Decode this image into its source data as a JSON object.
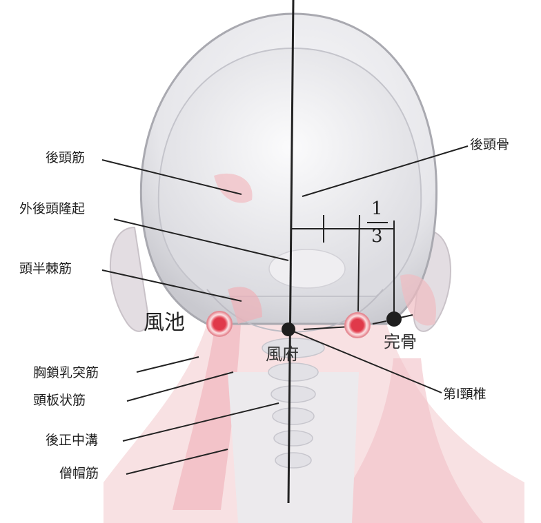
{
  "labels": {
    "occipitalis": "後頭筋",
    "occipital_bone": "後頭骨",
    "external_occipital_protuberance": "外後頭隆起",
    "semispinalis_capitis": "頭半棘筋",
    "sternocleidomastoid": "胸鎖乳突筋",
    "splenius_capitis": "頭板状筋",
    "posterior_median_sulcus": "後正中溝",
    "trapezius": "僧帽筋",
    "first_cervical_vertebra": "第Ⅰ頸椎"
  },
  "points": {
    "fuchi": "風池",
    "fufu": "風府",
    "kankotsu": "完骨"
  },
  "fraction": {
    "numerator": "1",
    "denominator": "3"
  },
  "colors": {
    "skin_shading": "#d9d9dd",
    "muscle_pink": "#f2b9bf",
    "point_red": "#e0394a",
    "point_dark": "#1e1e1e",
    "leader_line": "#222222"
  }
}
